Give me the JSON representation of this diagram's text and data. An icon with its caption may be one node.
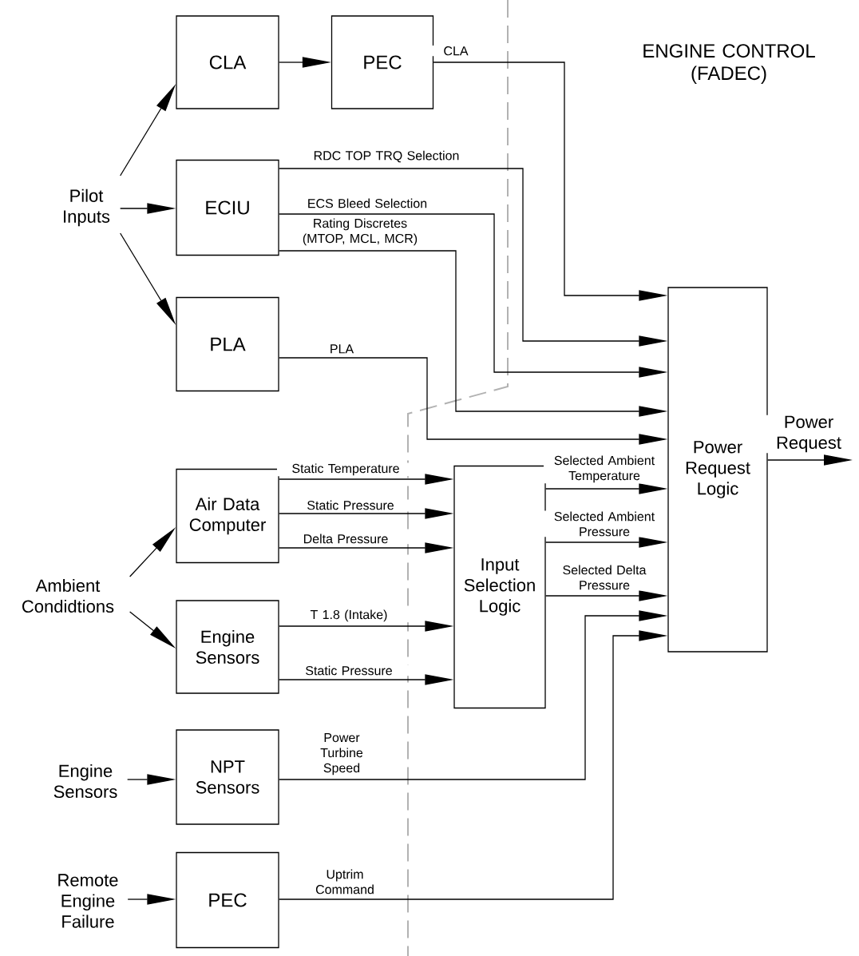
{
  "diagram": {
    "nodes": [
      {
        "text": [
          "Pilot Inputs"
        ]
      },
      {
        "text": [
          "CLA"
        ]
      },
      {
        "text": [
          "PEC"
        ]
      },
      {
        "text": [
          "ECIU"
        ]
      },
      {
        "text": [
          "PLA"
        ]
      },
      {
        "text": [
          "Ambient Condidtions"
        ]
      },
      {
        "text": [
          "Air Data Computer"
        ]
      },
      {
        "text": [
          "Engine Sensors"
        ]
      },
      {
        "text": [
          "Engine Sensors"
        ]
      },
      {
        "text": [
          "NPT Sensors"
        ]
      },
      {
        "text": [
          "Remote Engine Failure"
        ]
      },
      {
        "text": [
          "PEC"
        ]
      },
      {
        "text": [
          "Input Selection Logic"
        ]
      },
      {
        "text": [
          "Power Request Logic"
        ]
      }
    ],
    "edges": [
      {
        "from": 0,
        "to": 1,
        "arrow": "to"
      },
      {
        "from": 0,
        "to": 3,
        "arrow": "to"
      },
      {
        "from": 0,
        "to": 4,
        "arrow": "to"
      },
      {
        "from": 1,
        "to": 2,
        "arrow": "to"
      },
      {
        "from": 2,
        "to": 13,
        "arrow": "to",
        "label": "CLA"
      },
      {
        "from": 3,
        "to": 13,
        "arrow": "to",
        "label": "RDC  TOP  TRQ Selection"
      },
      {
        "from": 3,
        "to": 13,
        "arrow": "to",
        "label": "ECS Bleed Selection"
      },
      {
        "from": 3,
        "to": 13,
        "arrow": "to",
        "label": "Rating Discretes (MTOP, MCL, MCR)"
      },
      {
        "from": 4,
        "to": 13,
        "arrow": "to",
        "label": "PLA"
      },
      {
        "from": 5,
        "to": 6,
        "arrow": "to"
      },
      {
        "from": 5,
        "to": 7,
        "arrow": "to"
      },
      {
        "from": 6,
        "to": 12,
        "arrow": "to",
        "label": "Static  Temperature"
      },
      {
        "from": 6,
        "to": 12,
        "arrow": "to",
        "label": "Static Pressure"
      },
      {
        "from": 6,
        "to": 12,
        "arrow": "to",
        "label": "Delta Pressure"
      },
      {
        "from": 7,
        "to": 12,
        "arrow": "to",
        "label": "T 1.8 (Intake)"
      },
      {
        "from": 7,
        "to": 12,
        "arrow": "to",
        "label": "Static  Pressure"
      },
      {
        "from": 12,
        "to": 13,
        "arrow": "to",
        "label": "Selected Ambient Temperature"
      },
      {
        "from": 12,
        "to": 13,
        "arrow": "to",
        "label": "Selected Ambient Pressure"
      },
      {
        "from": 12,
        "to": 13,
        "arrow": "to",
        "label": "Selected Delta Pressure"
      },
      {
        "from": 8,
        "to": 9,
        "arrow": "to"
      },
      {
        "from": 9,
        "to": 13,
        "arrow": "to",
        "label": "Power Turbine Speed"
      },
      {
        "from": 10,
        "to": 11,
        "arrow": "to"
      },
      {
        "from": 11,
        "to": 13,
        "arrow": "to",
        "label": "Uptrim Command"
      },
      {
        "from": 13,
        "to": null,
        "arrow": "to",
        "label": "Power Request"
      }
    ],
    "labels": [
      "ENGINE CONTROL (FADEC)"
    ]
  }
}
